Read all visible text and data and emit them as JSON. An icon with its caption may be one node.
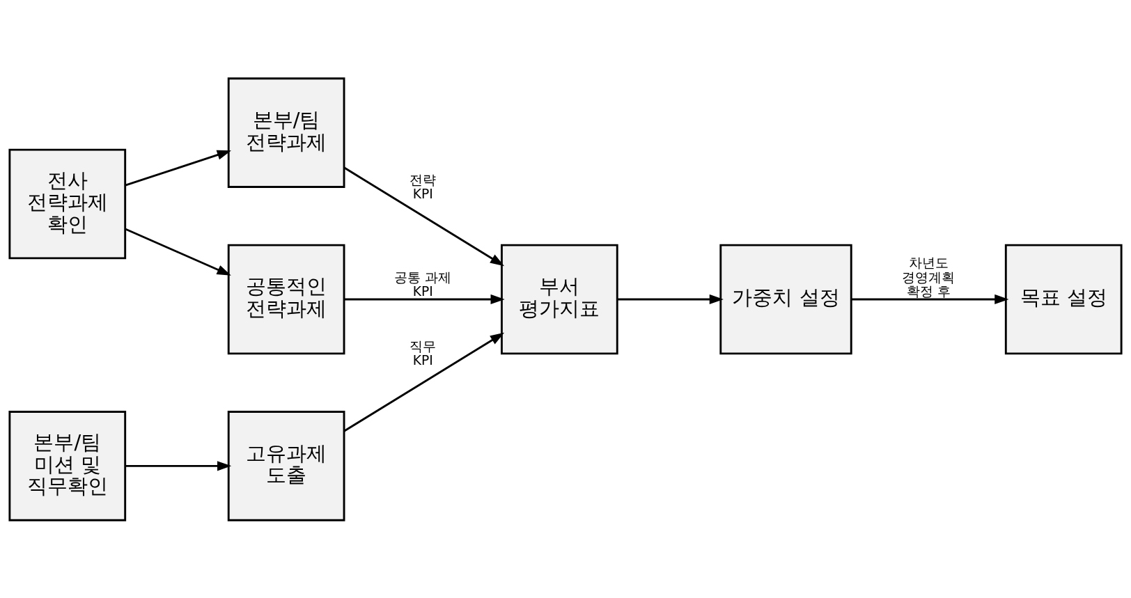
{
  "diagram": {
    "nodes": [
      {
        "text": [
          "전사 전략과제 확인"
        ]
      },
      {
        "text": [
          "본부/팀 전략과제"
        ]
      },
      {
        "text": [
          "공통적인 전략과제"
        ]
      },
      {
        "text": [
          "본부/팀 미션 및 직무확인"
        ]
      },
      {
        "text": [
          "고유과제 도출"
        ]
      },
      {
        "text": [
          "부서 평가지표"
        ]
      },
      {
        "text": [
          "가중치 설정"
        ]
      },
      {
        "text": [
          "목표 설정"
        ]
      }
    ],
    "edges": [
      {
        "from": 0,
        "to": 1,
        "arrow": "to"
      },
      {
        "from": 0,
        "to": 2,
        "arrow": "to"
      },
      {
        "from": 3,
        "to": 4,
        "arrow": "to"
      },
      {
        "from": 1,
        "to": 5,
        "arrow": "to",
        "label": "전략 KPI"
      },
      {
        "from": 2,
        "to": 5,
        "arrow": "to",
        "label": "공통 과제 KPI"
      },
      {
        "from": 4,
        "to": 5,
        "arrow": "to",
        "label": "직무 KPI"
      },
      {
        "from": 5,
        "to": 6,
        "arrow": "to"
      },
      {
        "from": 6,
        "to": 7,
        "arrow": "to",
        "label": "차년도 경영계획 확정 후"
      }
    ]
  }
}
